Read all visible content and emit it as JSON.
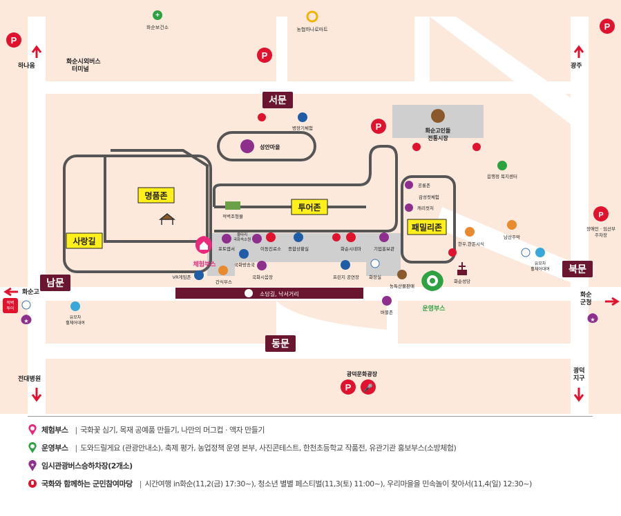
{
  "colors": {
    "background": "#fce9dc",
    "road": "#ffffff",
    "zone": "#cfcfcf",
    "zone_outline": "#555555",
    "gate": "#6b1631",
    "label_bg": "#ffef1a",
    "parking": "#e0132e",
    "experience": "#e8297c",
    "operation": "#2ea143",
    "bus": "#8e2f8e",
    "program": "#e0132e"
  },
  "map": {
    "facilities_top": {
      "health_center": "화순보건소",
      "nonghyup_mart": "농협하나로마트"
    },
    "bus_terminal": "화순시외버스\n터미널",
    "directions": {
      "hanium": "하나움",
      "gwangju": "광주",
      "hwasun_high": "화순고",
      "county_office": "화순\n군청",
      "jeondae_hospital": "전대병원",
      "gwangdeok_district": "광덕\n지구"
    },
    "gates": {
      "west": "서문",
      "south": "남문",
      "north": "북문",
      "east": "동문"
    },
    "zones": {
      "seongan": "성안마을",
      "myeongpum": "명품존",
      "saranggil": "사랑길",
      "tour": "투어존",
      "family": "패밀리존",
      "market": "화순고인돌\n전통시장"
    },
    "booths": {
      "experience": "체험부스",
      "operation": "운영부스"
    },
    "places": {
      "weapon": "병장기체험",
      "pottery": "적벽조형물",
      "post": "포토엽서",
      "hanbok": "울타리\n국화속소원",
      "broadcast": "국화방송국",
      "cafe": "간식부스",
      "vr": "VR게임존",
      "hospital": "이동진료소",
      "info": "종합상황실",
      "cinema": "화순시네마",
      "hall": "기업홍보관",
      "orchestra": "국화시음장",
      "free": "프린지 공연장",
      "toilet": "화장실",
      "farm": "농특산물판매",
      "cookie": "버블존",
      "church": "화순성당",
      "hanu": "한우,한돈시식",
      "namsan": "남산주막",
      "stroller_e": "유모차\n휠체어대여",
      "welfare": "읍행정 복지센터",
      "disabled_parking": "장애인 · 임산부\n주차장",
      "stroller_w": "유모차\n휠체어대여",
      "park": "공룡존",
      "riddle": "감성컷체험",
      "character": "캐리컷처",
      "gwangdeok": "광덕문화광장",
      "red_tour": "적벽\n투어"
    },
    "street_banner": "소담길, 낙서거리"
  },
  "legend": [
    {
      "title": "체험부스",
      "sep": "|",
      "desc": "국화꽃 심기, 목재 공예품 만들기, 나만의 머그컵 · 액자 만들기",
      "icon": "experience-pin-icon"
    },
    {
      "title": "운영부스",
      "sep": "|",
      "desc": "도와드릴게요 (관광안내소), 축제 평가, 농업정책 운영 본부, 사진콘테스트, 한천초등학교 작품전, 유관기관 홍보부스(소방체험)",
      "icon": "operation-pin-icon"
    },
    {
      "title": "임시관광버스승하차장(2개소)",
      "sep": "",
      "desc": "",
      "icon": "bus-stop-pin-icon"
    },
    {
      "title": "국화와 함께하는 군민참여마당",
      "sep": "|",
      "desc": "시간여행 in화순(11,2(금) 17:30~), 청소년 별별 페스티벌(11,3(토) 11:00~), 우리마을을 민속놀이 찾아서(11,4(일) 12:30~)",
      "icon": "microphone-icon"
    }
  ]
}
